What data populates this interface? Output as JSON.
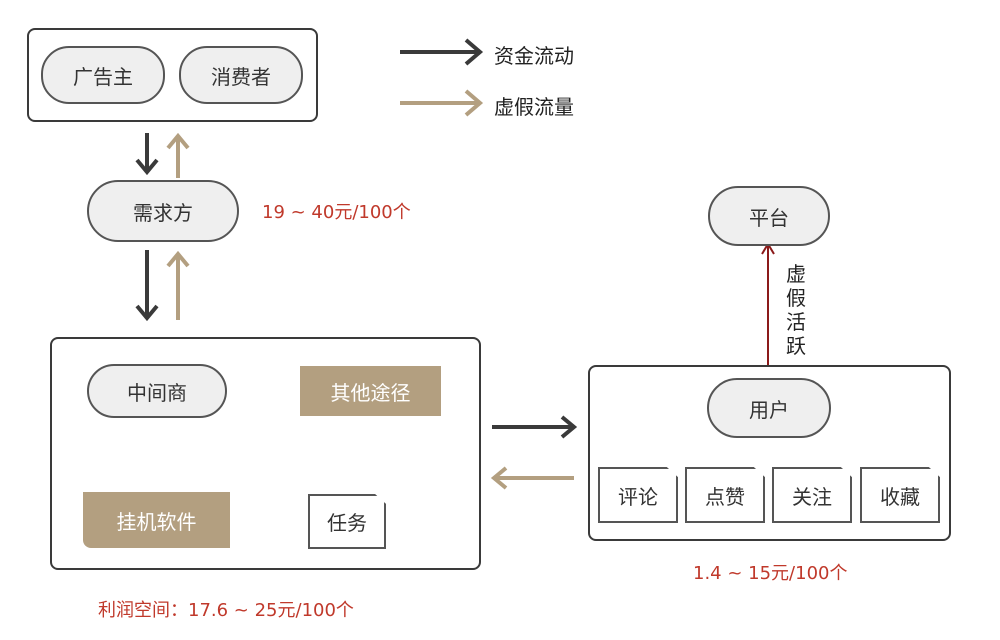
{
  "legend": {
    "money_flow": "资金流动",
    "fake_traffic": "虚假流量"
  },
  "colors": {
    "money": "#3a3a3a",
    "fake": "#b39f80",
    "highlight": "#b39f80",
    "price": "#c0392b",
    "fake_activity": "#8b1a1a"
  },
  "nodes": {
    "advertiser": "广告主",
    "consumer": "消费者",
    "demand_side": "需求方",
    "middleman": "中间商",
    "other_channels": "其他途径",
    "bot_software": "挂机软件",
    "task": "任务",
    "platform": "平台",
    "user": "用户",
    "comment": "评论",
    "like": "点赞",
    "follow": "关注",
    "favorite": "收藏"
  },
  "labels": {
    "fake_activity": "虚假活跃"
  },
  "prices": {
    "demand_price": "19 ~ 40元/100个",
    "profit_margin": "利润空间：17.6 ~ 25元/100个",
    "user_price": "1.4 ~ 15元/100个"
  }
}
